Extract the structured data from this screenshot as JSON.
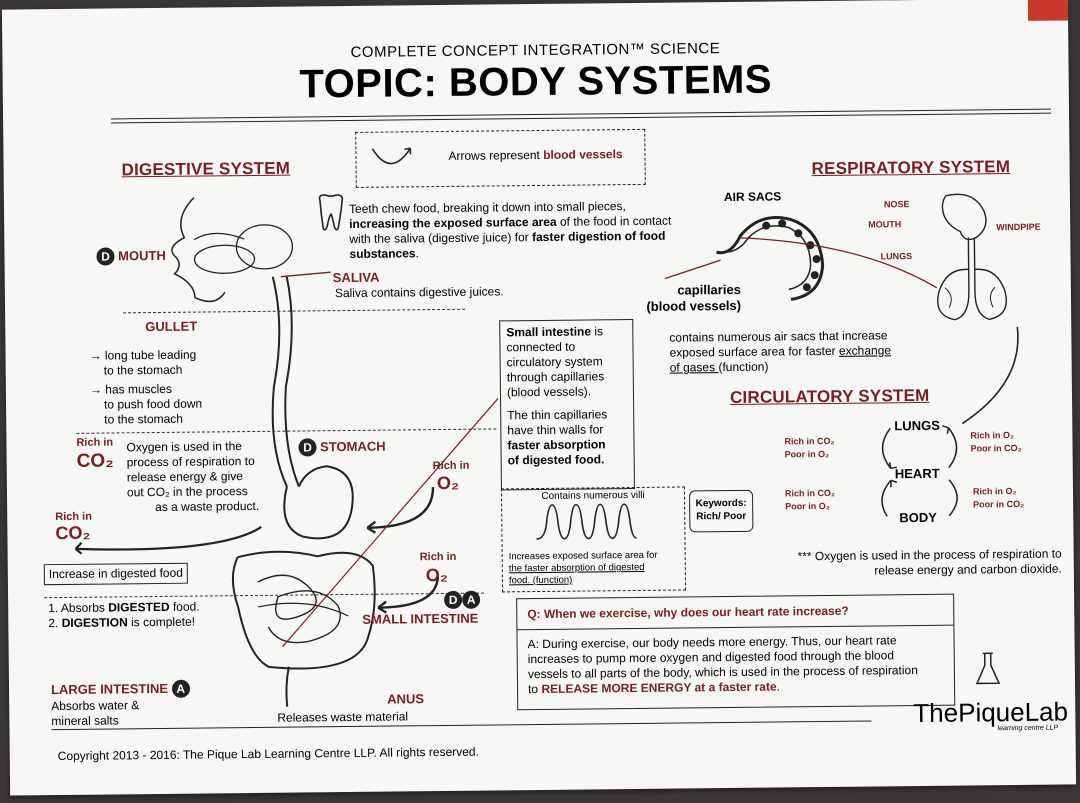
{
  "header": {
    "supertitle": "COMPLETE CONCEPT INTEGRATION™ SCIENCE",
    "title": "TOPIC: BODY SYSTEMS"
  },
  "legend_note": {
    "prefix": "Arrows represent ",
    "emphasis": "blood vessels"
  },
  "digestive": {
    "heading": "DIGESTIVE SYSTEM",
    "mouth_badge": "D",
    "mouth": "MOUTH",
    "teeth_text_1": "Teeth chew food, breaking it down into small pieces,",
    "teeth_text_2_bold": "increasing the exposed surface area",
    "teeth_text_2_rest": " of the food in contact",
    "teeth_text_3_rest": "with the saliva (digestive juice) for ",
    "teeth_text_3_bold": "faster digestion of food",
    "teeth_text_4_bold": "substances",
    "teeth_text_4_rest": ".",
    "saliva": "SALIVA",
    "saliva_text": "Saliva contains digestive juices.",
    "gullet": "GULLET",
    "gullet_point_1a": "long tube leading",
    "gullet_point_1b": "to the stomach",
    "gullet_point_2a": "has muscles",
    "gullet_point_2b": "to push food down",
    "gullet_point_2c": "to the stomach",
    "rich_in_1": "Rich in",
    "co2_1": "CO₂",
    "oxygen_text_1": "Oxygen is used in the",
    "oxygen_text_2": "process of respiration to",
    "oxygen_text_3": "release energy & give",
    "oxygen_text_4": "out CO₂ in the process",
    "oxygen_text_5": "as a waste product.",
    "stomach_badge": "D",
    "stomach": "STOMACH",
    "rich_in_o2_1": "Rich in",
    "o2_1": "O₂",
    "rich_in_2": "Rich in",
    "co2_2": "CO₂",
    "increase_box": "Increase in digested food",
    "rich_in_o2_2": "Rich in",
    "o2_2": "O₂",
    "absorb_1_pre": "1. Absorbs ",
    "absorb_1_bold": "DIGESTED",
    "absorb_1_post": " food.",
    "absorb_2_pre": "2. ",
    "absorb_2_bold": "DIGESTION",
    "absorb_2_post": " is complete!",
    "small_intestine_badge_1": "D",
    "small_intestine_badge_2": "A",
    "small_intestine": "SMALL INTESTINE",
    "large_intestine": "LARGE INTESTINE",
    "large_intestine_badge": "A",
    "large_text_1": "Absorbs water &",
    "large_text_2": "mineral salts",
    "anus": "ANUS",
    "anus_text": "Releases waste material"
  },
  "small_intestine_box": {
    "l1_bold": "Small intestine",
    "l1_rest": " is",
    "l2": "connected to",
    "l3": "circulatory system",
    "l4": "through capillaries",
    "l5": "(blood vessels).",
    "l6": "The thin capillaries",
    "l7": "have thin walls for",
    "l8_bold": "faster absorption",
    "l9_bold": "of digested food."
  },
  "villi_box": {
    "title": "Contains numerous villi",
    "text_1": "Increases exposed surface area for",
    "text_2": "the faster absorption of digested",
    "text_3": "food. (function)"
  },
  "keywords": {
    "l1": "Keywords:",
    "l2": "Rich/ Poor"
  },
  "respiratory": {
    "heading": "RESPIRATORY SYSTEM",
    "air_sacs": "AIR SACS",
    "capillaries_1": "capillaries",
    "capillaries_2": "(blood vessels)",
    "nose": "NOSE",
    "mouth": "MOUTH",
    "windpipe": "WINDPIPE",
    "lungs": "LUNGS",
    "desc_1": "contains numerous air sacs that increase",
    "desc_2_pre": "exposed surface area for faster ",
    "desc_2_ul": "exchange",
    "desc_3_ul": "of gases ",
    "desc_3_rest": "(function)"
  },
  "circulatory": {
    "heading": "CIRCULATORY SYSTEM",
    "lungs": "LUNGS",
    "heart": "HEART",
    "body": "BODY",
    "l_rich_co2_1": "Rich in CO₂",
    "l_poor_o2_1": "Poor in O₂",
    "r_rich_o2_1": "Rich in O₂",
    "r_poor_co2_1": "Poor in CO₂",
    "l_rich_co2_2": "Rich in CO₂",
    "l_poor_o2_2": "Poor in O₂",
    "r_rich_o2_2": "Rich in O₂",
    "r_poor_co2_2": "Poor in CO₂",
    "note_1": "*** Oxygen is used in the process of respiration to",
    "note_2": "release energy and carbon dioxide."
  },
  "qa": {
    "question": "Q: When we exercise, why does our heart rate increase?",
    "a1": "A: During exercise, our body needs more energy. Thus, our heart rate",
    "a2": "increases to pump more oxygen and digested food through the blood",
    "a3": "vessels to all parts of the body, which is used in the process of respiration",
    "a4_pre": "to ",
    "a4_bold": "RELEASE MORE ENERGY at a faster rate",
    "a4_post": "."
  },
  "brand": {
    "name": "ThePiqueLab",
    "sub": "learning centre LLP"
  },
  "footer": {
    "copyright": "Copyright 2013 - 2016: The Pique Lab Learning Centre LLP. All rights reserved."
  },
  "colors": {
    "maroon": "#7a1d1f",
    "ink": "#222222",
    "paper": "#f7f7f5"
  }
}
